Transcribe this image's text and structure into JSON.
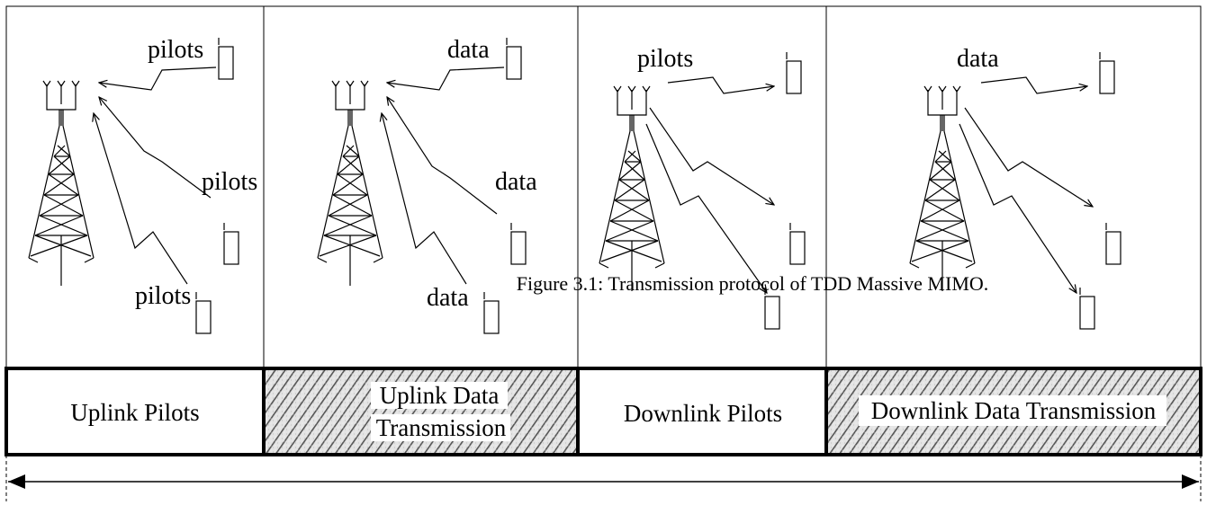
{
  "phases": [
    {
      "id": "uplink-pilots",
      "label": "Uplink Pilots",
      "hatched": false,
      "links": [
        "pilots",
        "pilots",
        "pilots"
      ]
    },
    {
      "id": "uplink-data",
      "label_lines": [
        "Uplink Data",
        "Transmission"
      ],
      "hatched": true,
      "links": [
        "data",
        "data",
        "data"
      ]
    },
    {
      "id": "downlink-pilots",
      "label": "Downlink Pilots",
      "hatched": false,
      "links": [
        "pilots"
      ]
    },
    {
      "id": "downlink-data",
      "label": "Downlink Data Transmission",
      "hatched": true,
      "links": [
        "data"
      ]
    }
  ],
  "caption": "Figure 3.1: Transmission protocol of TDD Massive MIMO.",
  "icons": [
    "base-station-tower-icon",
    "user-device-icon",
    "zigzag-arrow-icon",
    "double-arrow-icon"
  ]
}
